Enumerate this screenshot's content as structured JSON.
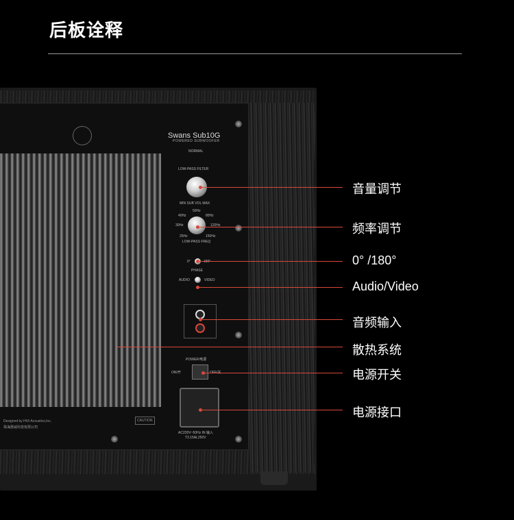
{
  "page": {
    "title": "后板诠释"
  },
  "panel": {
    "brand": "Swans Sub10G",
    "subtitle": "POWERED SUBWOOFER",
    "normal": "NORMAL",
    "low_pass_filter": "LOW-PASS FILTER",
    "min_max": "MIN  SUB VOL  MAX",
    "freq_50": "50Hz",
    "freq_40": "40Hz",
    "freq_80": "80Hz",
    "freq_30": "30Hz",
    "freq_120": "120Hz",
    "freq_25": "25Hz",
    "freq_150": "150Hz",
    "low_pass_freq": "LOW-PASS FREQ",
    "phase_0": "0°",
    "phase_180": "180°",
    "phase": "PHASE",
    "audio": "AUDIO",
    "video": "VIDEO",
    "power": "POWER/电源",
    "on": "ON/开",
    "off": "OFF/关",
    "ac_spec": "AC220V~50Hz IN  输入",
    "fuse": "T3.15AL250V",
    "designed_by": "Designed by HiVi Acoustics,Inc.",
    "company": "珠海惠威科技有限公司",
    "caution": "CAUTION"
  },
  "annotations": [
    {
      "label": "音量调节"
    },
    {
      "label": "频率调节"
    },
    {
      "label": "0°  /180°"
    },
    {
      "label": "Audio/Video"
    },
    {
      "label": "音频输入"
    },
    {
      "label": "散热系统"
    },
    {
      "label": "电源开关"
    },
    {
      "label": "电源接口"
    }
  ],
  "colors": {
    "accent_line": "#d9483a",
    "background": "#000000"
  }
}
